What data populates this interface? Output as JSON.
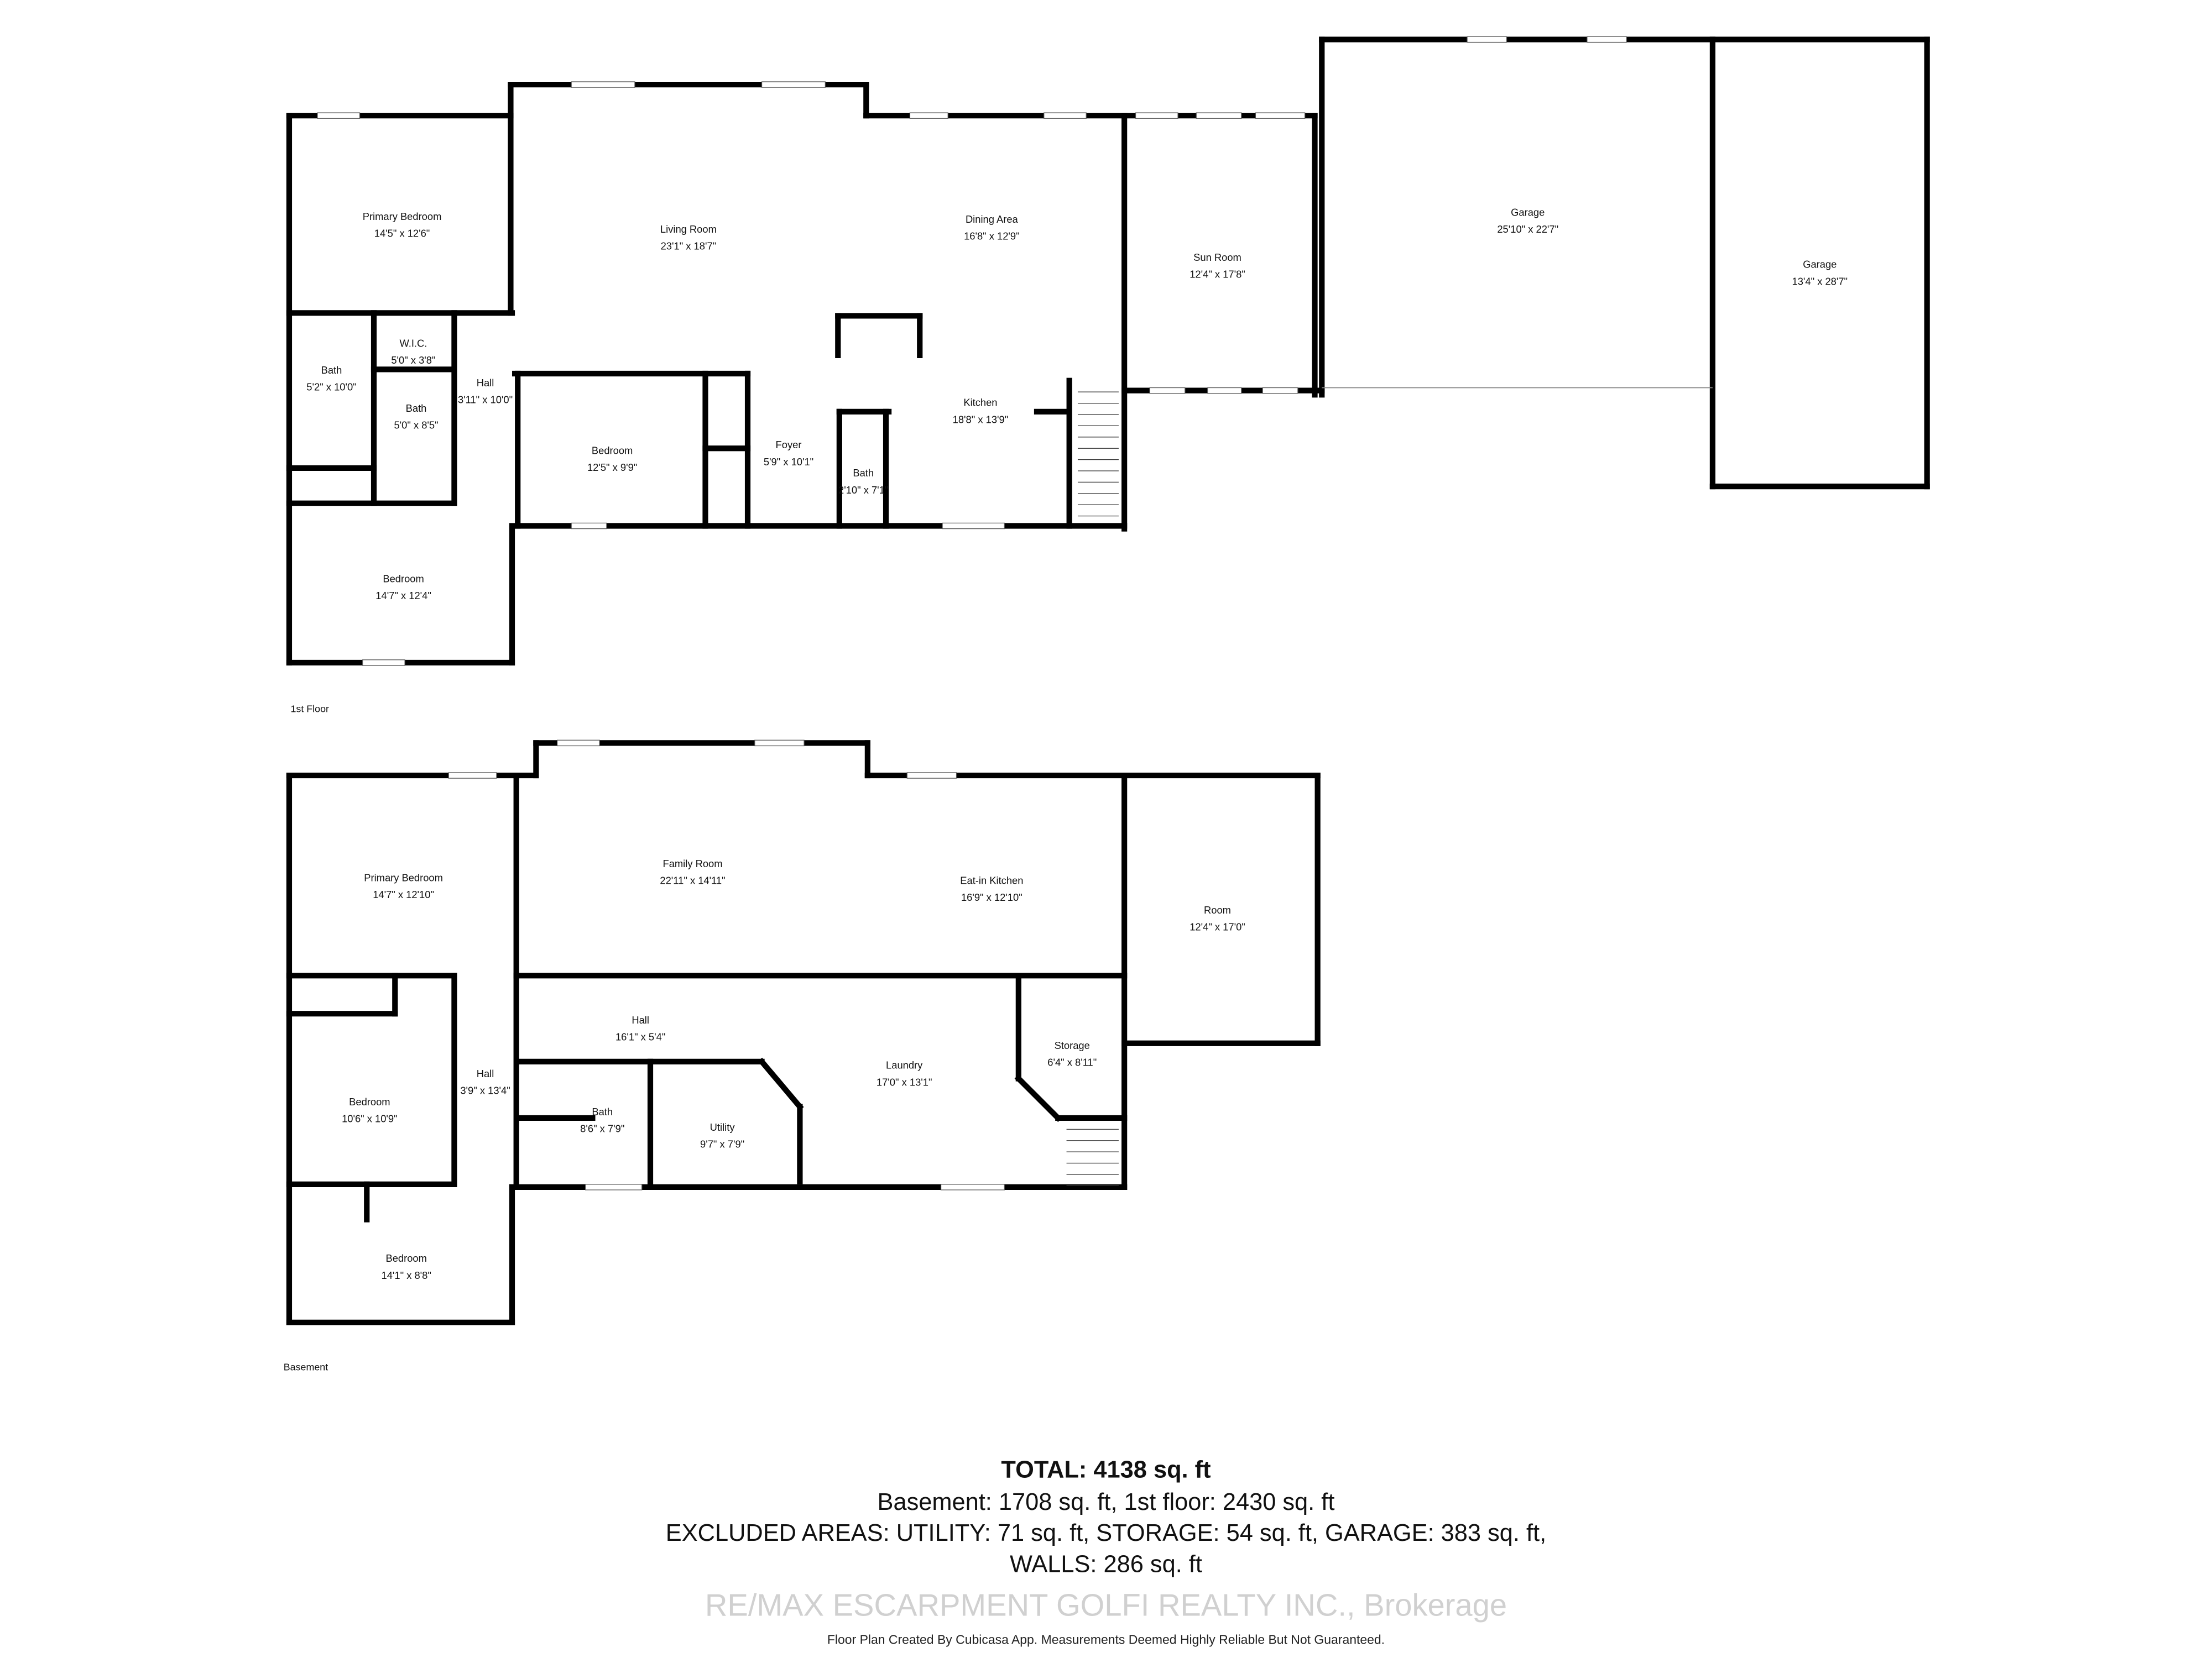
{
  "first_floor": {
    "label": "1st Floor",
    "rooms": [
      {
        "name": "Primary Bedroom",
        "dims": "14'5\" x 12'6\""
      },
      {
        "name": "Living Room",
        "dims": "23'1\" x 18'7\""
      },
      {
        "name": "Dining Area",
        "dims": "16'8\" x 12'9\""
      },
      {
        "name": "Sun Room",
        "dims": "12'4\" x 17'8\""
      },
      {
        "name": "Garage",
        "dims": "25'10\" x 22'7\""
      },
      {
        "name": "Garage",
        "dims": "13'4\" x 28'7\""
      },
      {
        "name": "Bath",
        "dims": "5'2\" x 10'0\""
      },
      {
        "name": "W.I.C.",
        "dims": "5'0\" x 3'8\""
      },
      {
        "name": "Bath",
        "dims": "5'0\" x 8'5\""
      },
      {
        "name": "Hall",
        "dims": "3'11\" x 10'0\""
      },
      {
        "name": "Bedroom",
        "dims": "12'5\" x 9'9\""
      },
      {
        "name": "Foyer",
        "dims": "5'9\" x 10'1\""
      },
      {
        "name": "Bath",
        "dims": "2'10\" x 7'1\""
      },
      {
        "name": "Kitchen",
        "dims": "18'8\" x 13'9\""
      },
      {
        "name": "Bedroom",
        "dims": "14'7\" x 12'4\""
      }
    ]
  },
  "basement": {
    "label": "Basement",
    "rooms": [
      {
        "name": "Primary Bedroom",
        "dims": "14'7\" x 12'10\""
      },
      {
        "name": "Family Room",
        "dims": "22'11\" x 14'11\""
      },
      {
        "name": "Eat-in Kitchen",
        "dims": "16'9\" x 12'10\""
      },
      {
        "name": "Room",
        "dims": "12'4\" x 17'0\""
      },
      {
        "name": "Hall",
        "dims": "16'1\" x 5'4\""
      },
      {
        "name": "Storage",
        "dims": "6'4\" x 8'11\""
      },
      {
        "name": "Laundry",
        "dims": "17'0\" x 13'1\""
      },
      {
        "name": "Bedroom",
        "dims": "10'6\" x 10'9\""
      },
      {
        "name": "Hall",
        "dims": "3'9\" x 13'4\""
      },
      {
        "name": "Bath",
        "dims": "8'6\" x 7'9\""
      },
      {
        "name": "Utility",
        "dims": "9'7\" x 7'9\""
      },
      {
        "name": "Bedroom",
        "dims": "14'1\" x 8'8\""
      }
    ]
  },
  "summary": {
    "total": "TOTAL: 4138 sq. ft",
    "floors": "Basement: 1708 sq. ft, 1st floor: 2430 sq. ft",
    "excluded": "EXCLUDED AREAS: UTILITY: 71 sq. ft, STORAGE: 54 sq. ft, GARAGE: 383 sq. ft,",
    "walls": "WALLS: 286 sq. ft"
  },
  "watermark": "RE/MAX ESCARPMENT GOLFI REALTY INC., Brokerage",
  "credit": "Floor Plan Created By Cubicasa App. Measurements Deemed Highly Reliable But Not Guaranteed.",
  "colors": {
    "wall": "#000000",
    "background": "#ffffff",
    "watermark": "#c8c8c8"
  }
}
